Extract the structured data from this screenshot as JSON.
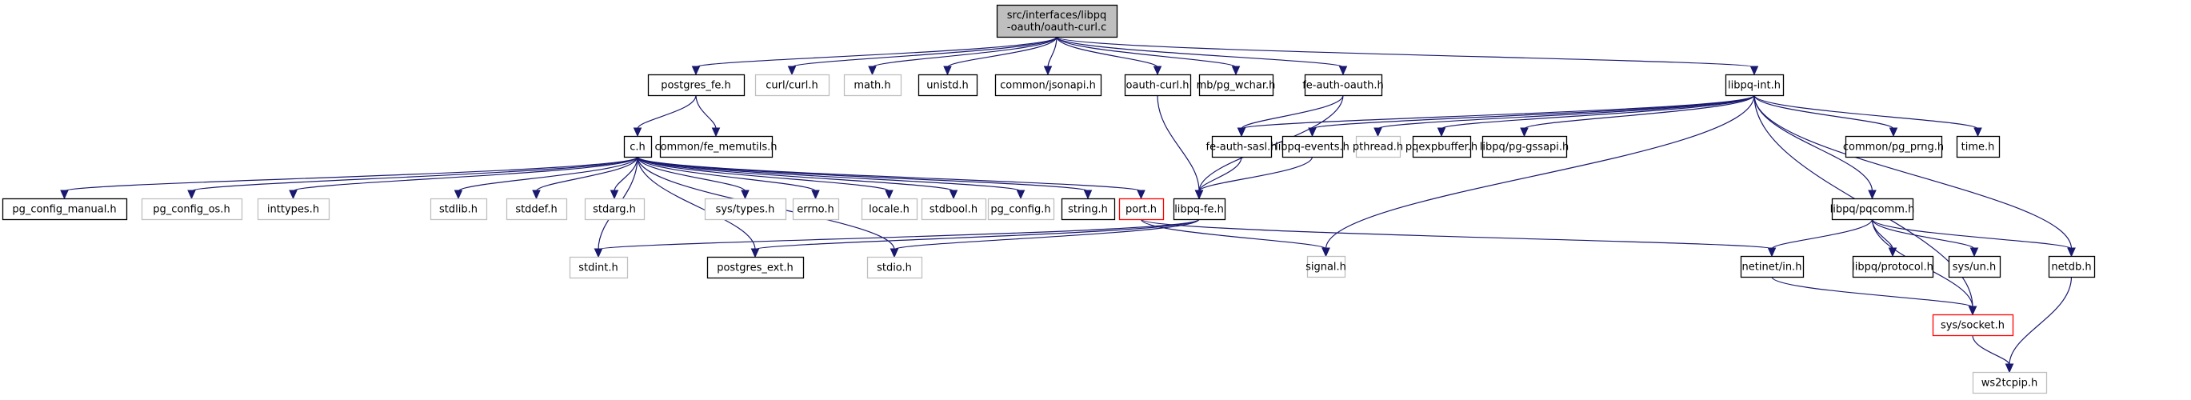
{
  "title": "Include dependency graph for oauth-curl.c",
  "colors": {
    "edge": "#191970",
    "root_fill": "#bfbfbf",
    "documented_border": "#000000",
    "external_border": "#bfbfbf",
    "truncated_border": "#ff0000"
  },
  "nodes": [
    {
      "id": "root",
      "label": [
        "src/interfaces/libpq",
        "-oauth/oauth-curl.c"
      ],
      "kind": "root"
    },
    {
      "id": "postgres_fe",
      "label": [
        "postgres_fe.h"
      ],
      "kind": "doc"
    },
    {
      "id": "curl",
      "label": [
        "curl/curl.h"
      ],
      "kind": "ext"
    },
    {
      "id": "math",
      "label": [
        "math.h"
      ],
      "kind": "ext"
    },
    {
      "id": "unistd",
      "label": [
        "unistd.h"
      ],
      "kind": "doc"
    },
    {
      "id": "jsonapi",
      "label": [
        "common/jsonapi.h"
      ],
      "kind": "doc"
    },
    {
      "id": "oauth_curl_h",
      "label": [
        "oauth-curl.h"
      ],
      "kind": "doc"
    },
    {
      "id": "pg_wchar",
      "label": [
        "mb/pg_wchar.h"
      ],
      "kind": "doc"
    },
    {
      "id": "fe_auth_oauth",
      "label": [
        "fe-auth-oauth.h"
      ],
      "kind": "doc"
    },
    {
      "id": "libpq_int",
      "label": [
        "libpq-int.h"
      ],
      "kind": "doc"
    },
    {
      "id": "c_h",
      "label": [
        "c.h"
      ],
      "kind": "doc"
    },
    {
      "id": "fe_memutils",
      "label": [
        "common/fe_memutils.h"
      ],
      "kind": "doc"
    },
    {
      "id": "fe_auth_sasl",
      "label": [
        "fe-auth-sasl.h"
      ],
      "kind": "doc"
    },
    {
      "id": "libpq_events",
      "label": [
        "libpq-events.h"
      ],
      "kind": "doc"
    },
    {
      "id": "pthread",
      "label": [
        "pthread.h"
      ],
      "kind": "ext"
    },
    {
      "id": "pqexpbuffer",
      "label": [
        "pqexpbuffer.h"
      ],
      "kind": "doc"
    },
    {
      "id": "pg_gssapi",
      "label": [
        "libpq/pg-gssapi.h"
      ],
      "kind": "doc"
    },
    {
      "id": "pg_prng",
      "label": [
        "common/pg_prng.h"
      ],
      "kind": "doc"
    },
    {
      "id": "time",
      "label": [
        "time.h"
      ],
      "kind": "doc"
    },
    {
      "id": "pg_config_manual",
      "label": [
        "pg_config_manual.h"
      ],
      "kind": "doc"
    },
    {
      "id": "pg_config_os",
      "label": [
        "pg_config_os.h"
      ],
      "kind": "ext"
    },
    {
      "id": "inttypes",
      "label": [
        "inttypes.h"
      ],
      "kind": "ext"
    },
    {
      "id": "stdlib",
      "label": [
        "stdlib.h"
      ],
      "kind": "ext"
    },
    {
      "id": "stddef",
      "label": [
        "stddef.h"
      ],
      "kind": "ext"
    },
    {
      "id": "stdarg",
      "label": [
        "stdarg.h"
      ],
      "kind": "ext"
    },
    {
      "id": "sys_types",
      "label": [
        "sys/types.h"
      ],
      "kind": "ext"
    },
    {
      "id": "errno",
      "label": [
        "errno.h"
      ],
      "kind": "ext"
    },
    {
      "id": "locale",
      "label": [
        "locale.h"
      ],
      "kind": "ext"
    },
    {
      "id": "stdbool",
      "label": [
        "stdbool.h"
      ],
      "kind": "ext"
    },
    {
      "id": "pg_config",
      "label": [
        "pg_config.h"
      ],
      "kind": "ext"
    },
    {
      "id": "string",
      "label": [
        "string.h"
      ],
      "kind": "doc"
    },
    {
      "id": "port",
      "label": [
        "port.h"
      ],
      "kind": "trunc"
    },
    {
      "id": "libpq_fe",
      "label": [
        "libpq-fe.h"
      ],
      "kind": "doc"
    },
    {
      "id": "pqcomm",
      "label": [
        "libpq/pqcomm.h"
      ],
      "kind": "doc"
    },
    {
      "id": "stdint",
      "label": [
        "stdint.h"
      ],
      "kind": "ext"
    },
    {
      "id": "postgres_ext",
      "label": [
        "postgres_ext.h"
      ],
      "kind": "doc"
    },
    {
      "id": "stdio",
      "label": [
        "stdio.h"
      ],
      "kind": "ext"
    },
    {
      "id": "signal",
      "label": [
        "signal.h"
      ],
      "kind": "ext"
    },
    {
      "id": "netinet_in",
      "label": [
        "netinet/in.h"
      ],
      "kind": "doc"
    },
    {
      "id": "protocol",
      "label": [
        "libpq/protocol.h"
      ],
      "kind": "doc"
    },
    {
      "id": "sys_un",
      "label": [
        "sys/un.h"
      ],
      "kind": "doc"
    },
    {
      "id": "netdb",
      "label": [
        "netdb.h"
      ],
      "kind": "doc"
    },
    {
      "id": "sys_socket",
      "label": [
        "sys/socket.h"
      ],
      "kind": "trunc"
    },
    {
      "id": "ws2tcpip",
      "label": [
        "ws2tcpip.h"
      ],
      "kind": "ext"
    }
  ],
  "edges": [
    [
      "root",
      "postgres_fe"
    ],
    [
      "root",
      "curl"
    ],
    [
      "root",
      "math"
    ],
    [
      "root",
      "unistd"
    ],
    [
      "root",
      "jsonapi"
    ],
    [
      "root",
      "oauth_curl_h"
    ],
    [
      "root",
      "pg_wchar"
    ],
    [
      "root",
      "fe_auth_oauth"
    ],
    [
      "root",
      "libpq_int"
    ],
    [
      "postgres_fe",
      "c_h"
    ],
    [
      "postgres_fe",
      "fe_memutils"
    ],
    [
      "c_h",
      "pg_config_manual"
    ],
    [
      "c_h",
      "pg_config_os"
    ],
    [
      "c_h",
      "inttypes"
    ],
    [
      "c_h",
      "stdlib"
    ],
    [
      "c_h",
      "stddef"
    ],
    [
      "c_h",
      "stdarg"
    ],
    [
      "c_h",
      "sys_types"
    ],
    [
      "c_h",
      "errno"
    ],
    [
      "c_h",
      "locale"
    ],
    [
      "c_h",
      "stdbool"
    ],
    [
      "c_h",
      "pg_config"
    ],
    [
      "c_h",
      "string"
    ],
    [
      "c_h",
      "port"
    ],
    [
      "c_h",
      "stdint"
    ],
    [
      "c_h",
      "postgres_ext"
    ],
    [
      "c_h",
      "stdio"
    ],
    [
      "oauth_curl_h",
      "libpq_fe"
    ],
    [
      "fe_auth_oauth",
      "libpq_fe"
    ],
    [
      "fe_auth_oauth",
      "fe_auth_sasl"
    ],
    [
      "fe_auth_sasl",
      "libpq_fe"
    ],
    [
      "libpq_events",
      "libpq_fe"
    ],
    [
      "libpq_fe",
      "stdint"
    ],
    [
      "libpq_fe",
      "postgres_ext"
    ],
    [
      "libpq_fe",
      "stdio"
    ],
    [
      "port",
      "signal"
    ],
    [
      "port",
      "netinet_in"
    ],
    [
      "libpq_int",
      "fe_auth_sasl"
    ],
    [
      "libpq_int",
      "libpq_events"
    ],
    [
      "libpq_int",
      "pthread"
    ],
    [
      "libpq_int",
      "pqexpbuffer"
    ],
    [
      "libpq_int",
      "pg_gssapi"
    ],
    [
      "libpq_int",
      "pg_prng"
    ],
    [
      "libpq_int",
      "time"
    ],
    [
      "libpq_int",
      "pqcomm"
    ],
    [
      "libpq_int",
      "signal"
    ],
    [
      "libpq_int",
      "netdb"
    ],
    [
      "libpq_int",
      "sys_socket"
    ],
    [
      "pqcomm",
      "netinet_in"
    ],
    [
      "pqcomm",
      "protocol"
    ],
    [
      "pqcomm",
      "sys_un"
    ],
    [
      "pqcomm",
      "netdb"
    ],
    [
      "pqcomm",
      "sys_socket"
    ],
    [
      "netinet_in",
      "sys_socket"
    ],
    [
      "sys_socket",
      "ws2tcpip"
    ],
    [
      "netdb",
      "ws2tcpip"
    ]
  ]
}
